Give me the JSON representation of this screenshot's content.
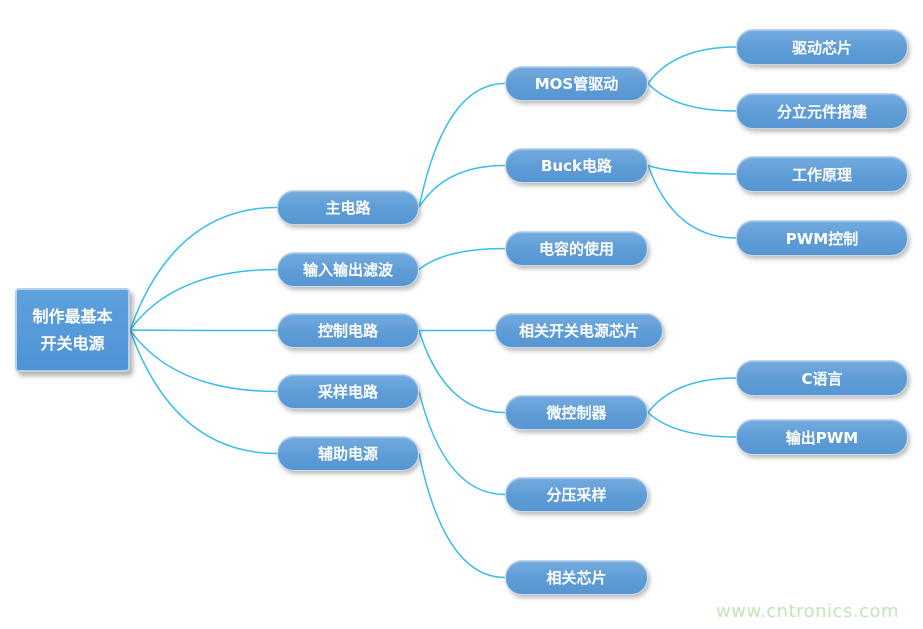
{
  "nodes": {
    "root": "制作最基本\n开关电源",
    "l1": [
      "主电路",
      "输入输出滤波",
      "控制电路",
      "采样电路",
      "辅助电源"
    ],
    "l2": [
      "MOS管驱动",
      "Buck电路",
      "电容的使用",
      "相关开关电源芯片",
      "微控制器",
      "分压采样",
      "相关芯片"
    ],
    "l3": [
      "驱动芯片",
      "分立元件搭建",
      "工作原理",
      "PWM控制",
      "C语言",
      "输出PWM"
    ]
  },
  "edges": [
    [
      "root",
      "l1-0"
    ],
    [
      "root",
      "l1-1"
    ],
    [
      "root",
      "l1-2"
    ],
    [
      "root",
      "l1-3"
    ],
    [
      "root",
      "l1-4"
    ],
    [
      "l1-0",
      "l2-0"
    ],
    [
      "l1-0",
      "l2-1"
    ],
    [
      "l1-1",
      "l2-2"
    ],
    [
      "l1-2",
      "l2-3"
    ],
    [
      "l1-2",
      "l2-4"
    ],
    [
      "l1-3",
      "l2-5"
    ],
    [
      "l1-4",
      "l2-6"
    ],
    [
      "l2-0",
      "l3-0"
    ],
    [
      "l2-0",
      "l3-1"
    ],
    [
      "l2-1",
      "l3-2"
    ],
    [
      "l2-1",
      "l3-3"
    ],
    [
      "l2-4",
      "l3-4"
    ],
    [
      "l2-4",
      "l3-5"
    ]
  ],
  "colors": {
    "connector": "#35bdec",
    "node_fill": "#5e9cd6",
    "node_fill_light": "#74abdf",
    "root_fill": "#4e94d6",
    "watermark_text": "#c4e5b5"
  },
  "watermark": {
    "text": "www.cntronics.com"
  }
}
